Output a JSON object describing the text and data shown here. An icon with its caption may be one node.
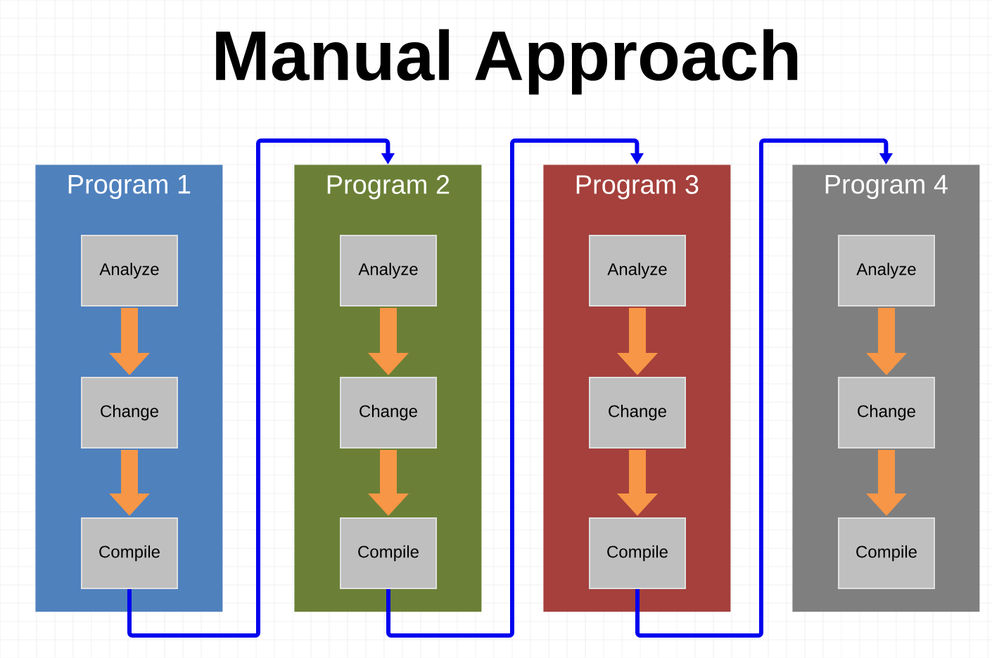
{
  "diagram": {
    "title": "Manual Approach",
    "nodes": [
      {
        "text": [
          "Program 1"
        ]
      },
      {
        "text": [
          "Analyze"
        ],
        "in": 0
      },
      {
        "text": [
          "Change"
        ],
        "in": 0
      },
      {
        "text": [
          "Compile"
        ],
        "in": 0
      },
      {
        "text": [
          "Program 2"
        ]
      },
      {
        "text": [
          "Analyze"
        ],
        "in": 4
      },
      {
        "text": [
          "Change"
        ],
        "in": 4
      },
      {
        "text": [
          "Compile"
        ],
        "in": 4
      },
      {
        "text": [
          "Program 3"
        ]
      },
      {
        "text": [
          "Analyze"
        ],
        "in": 8
      },
      {
        "text": [
          "Change"
        ],
        "in": 8
      },
      {
        "text": [
          "Compile"
        ],
        "in": 8
      },
      {
        "text": [
          "Program 4"
        ]
      },
      {
        "text": [
          "Analyze"
        ],
        "in": 12
      },
      {
        "text": [
          "Change"
        ],
        "in": 12
      },
      {
        "text": [
          "Compile"
        ],
        "in": 12
      }
    ],
    "edges": [
      {
        "from": 1,
        "to": 2,
        "arrow": "to"
      },
      {
        "from": 2,
        "to": 3,
        "arrow": "to"
      },
      {
        "from": 3,
        "to": 4,
        "arrow": "to",
        "color": "#0000ee"
      },
      {
        "from": 5,
        "to": 6,
        "arrow": "to"
      },
      {
        "from": 6,
        "to": 7,
        "arrow": "to"
      },
      {
        "from": 7,
        "to": 8,
        "arrow": "to",
        "color": "#0000ee"
      },
      {
        "from": 9,
        "to": 10,
        "arrow": "to"
      },
      {
        "from": 10,
        "to": 11,
        "arrow": "to"
      },
      {
        "from": 11,
        "to": 12,
        "arrow": "to",
        "color": "#0000ee"
      },
      {
        "from": 13,
        "to": 14,
        "arrow": "to"
      },
      {
        "from": 14,
        "to": 15,
        "arrow": "to"
      }
    ]
  }
}
